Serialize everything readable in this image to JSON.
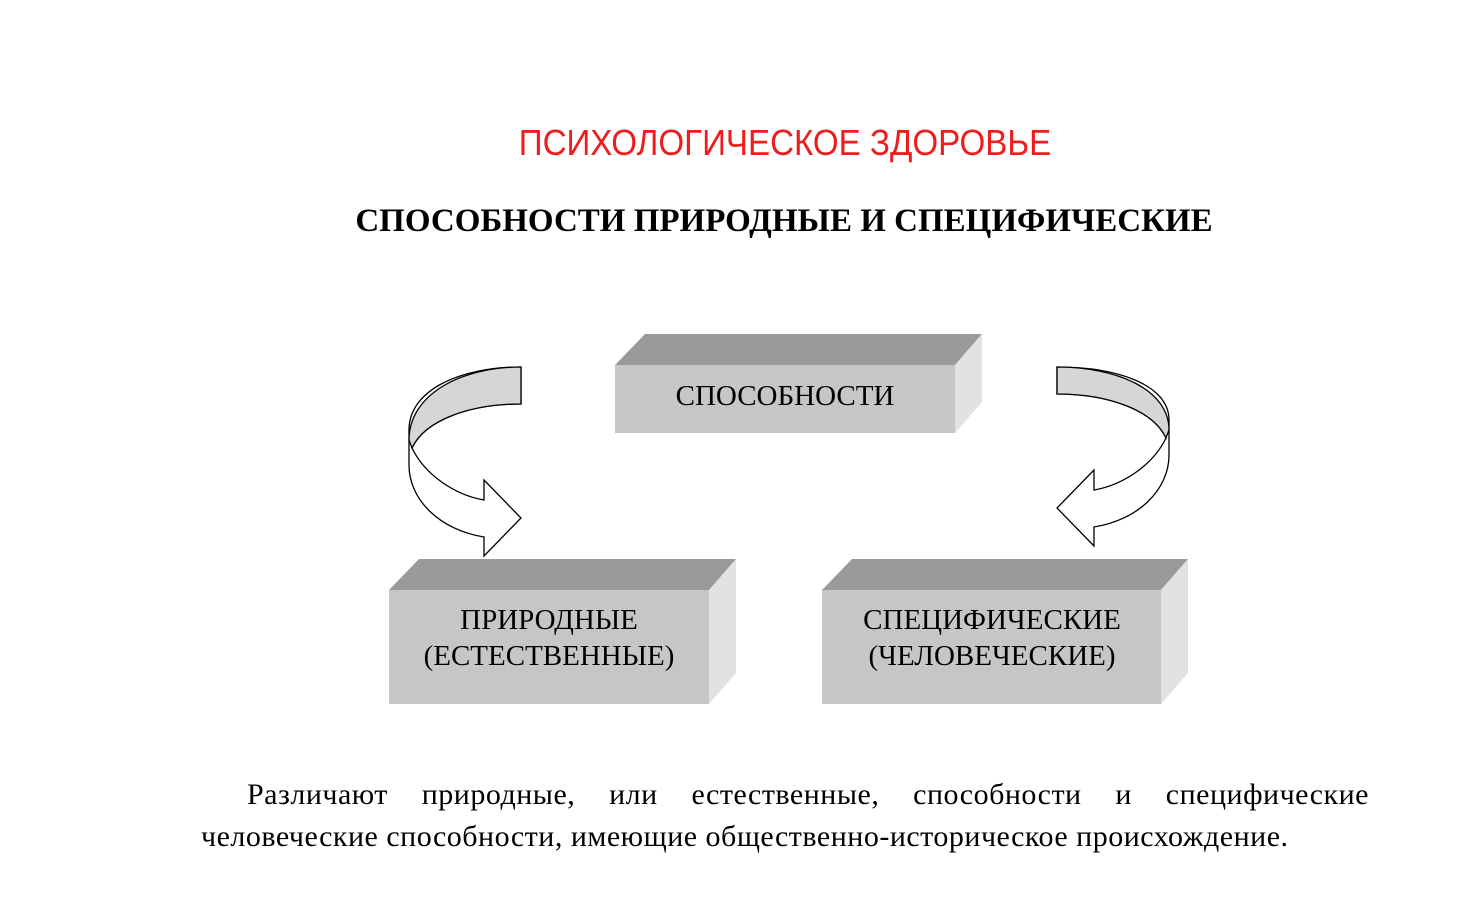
{
  "header": {
    "title": "ПСИХОЛОГИЧЕСКОЕ ЗДОРОВЬЕ",
    "subtitle": "СПОСОБНОСТИ ПРИРОДНЫЕ И СПЕЦИФИЧЕСКИЕ"
  },
  "diagram": {
    "top_box": "СПОСОБНОСТИ",
    "left_box": [
      "ПРИРОДНЫЕ",
      "(ЕСТЕСТВЕННЫЕ)"
    ],
    "right_box": [
      "СПЕЦИФИЧЕСКИЕ",
      "(ЧЕЛОВЕЧЕСКИЕ)"
    ],
    "colors": {
      "front": "#c6c6c6",
      "top": "#9a9a9a",
      "side": "#e2e2e2",
      "title": "#ee1c1c"
    }
  },
  "body": {
    "paragraph": "Различают природные, или естественные, способности и специфические человеческие способности, имеющие общественно-историческое происхождение."
  }
}
